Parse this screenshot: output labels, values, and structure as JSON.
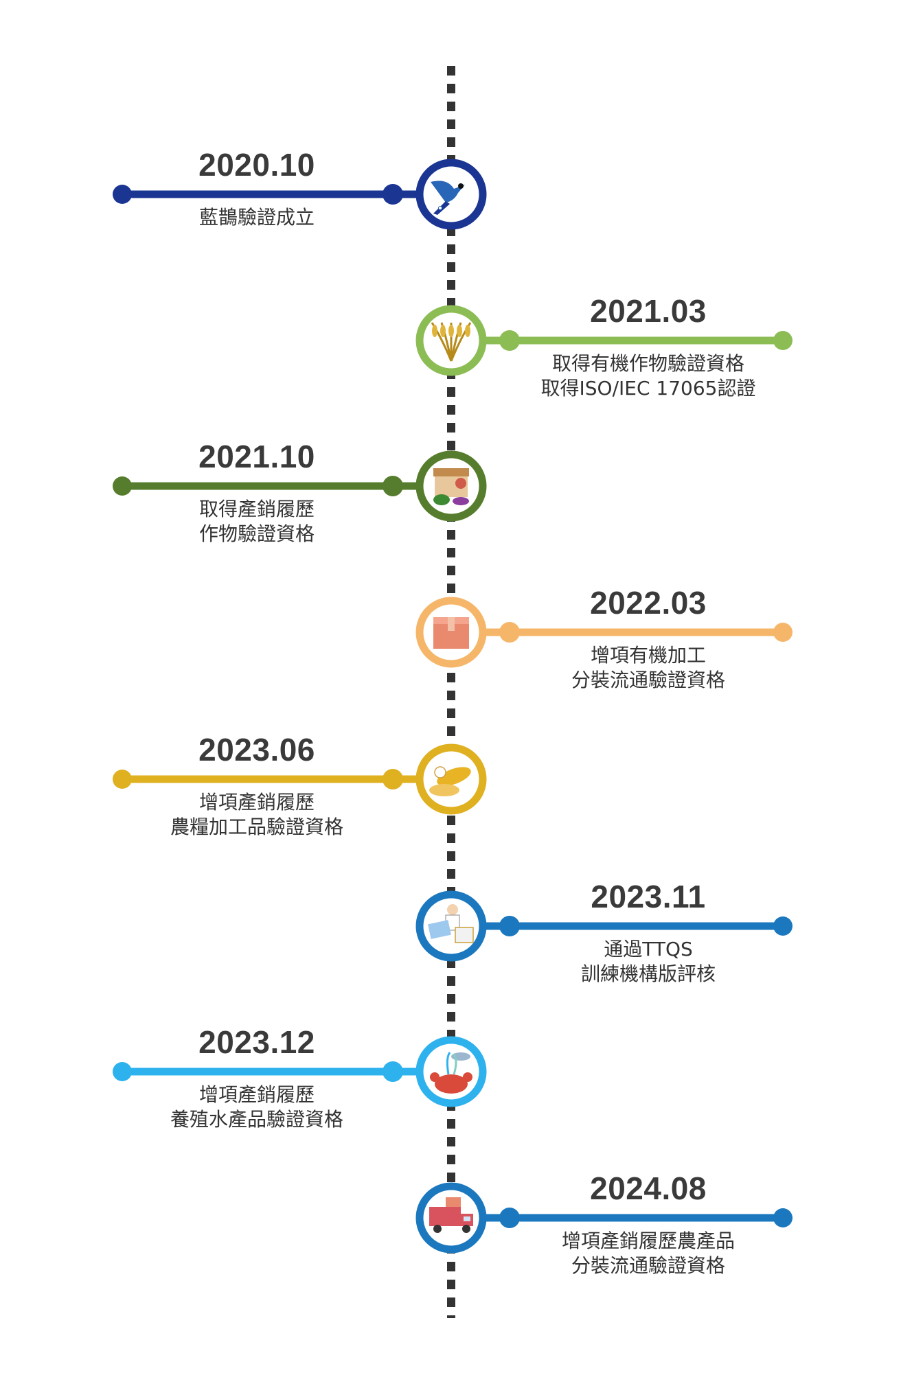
{
  "milestones": [
    {
      "date": "2020.10",
      "lines": [
        "藍鵲驗證成立"
      ],
      "side": "left",
      "color": "#1a3592",
      "icon": "blue-magpie-icon"
    },
    {
      "date": "2021.03",
      "lines": [
        "取得有機作物驗證資格",
        "取得ISO/IEC 17065認證"
      ],
      "side": "right",
      "color": "#8cbd55",
      "icon": "rice-stalk-icon"
    },
    {
      "date": "2021.10",
      "lines": [
        "取得產銷履歷",
        "作物驗證資格"
      ],
      "side": "left",
      "color": "#567d2d",
      "icon": "vegetable-stand-icon"
    },
    {
      "date": "2022.03",
      "lines": [
        "增項有機加工",
        "分裝流通驗證資格"
      ],
      "side": "right",
      "color": "#f6b66a",
      "icon": "package-box-icon"
    },
    {
      "date": "2023.06",
      "lines": [
        "增項產銷履歷",
        "農糧加工品驗證資格"
      ],
      "side": "left",
      "color": "#dfb020",
      "icon": "corn-grain-icon"
    },
    {
      "date": "2023.11",
      "lines": [
        "通過TTQS",
        "訓練機構版評核"
      ],
      "side": "right",
      "color": "#1b78be",
      "icon": "trainer-with-documents-icon"
    },
    {
      "date": "2023.12",
      "lines": [
        "增項產銷履歷",
        "養殖水產品驗證資格"
      ],
      "side": "left",
      "color": "#2eb2ee",
      "icon": "aquaculture-crab-fish-icon"
    },
    {
      "date": "2024.08",
      "lines": [
        "增項產銷履歷農產品",
        "分裝流通驗證資格"
      ],
      "side": "right",
      "color": "#1b78be",
      "icon": "delivery-truck-icon"
    }
  ],
  "spine_color": "#333333"
}
